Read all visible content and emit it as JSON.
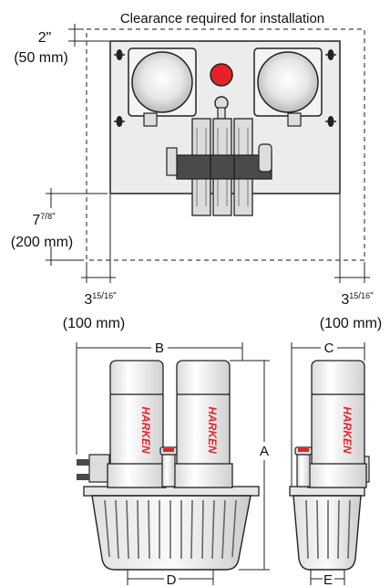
{
  "title": "Clearance required for installation",
  "top_clearance": {
    "imperial": "2\"",
    "metric": "(50 mm)"
  },
  "bottom_clearance": {
    "whole": "7",
    "num": "7",
    "den": "8",
    "metric": "(200 mm)"
  },
  "left_clearance": {
    "whole": "3",
    "num": "15",
    "den": "16",
    "metric": "(100 mm)"
  },
  "right_clearance": {
    "whole": "3",
    "num": "15",
    "den": "16",
    "metric": "(100 mm)"
  },
  "dimension_labels": {
    "B": "B",
    "C": "C",
    "A": "A",
    "D": "D",
    "E": "E"
  },
  "brand": "HARKEN",
  "colors": {
    "red_indicator": "#e8202a",
    "panel": "#ececec",
    "motor": "#f3f3f3",
    "solenoid": "#4a4a4a"
  }
}
